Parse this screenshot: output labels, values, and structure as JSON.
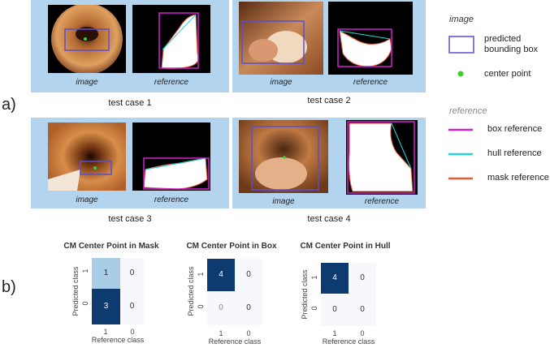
{
  "figure": {
    "part_a_label": "a)",
    "part_b_label": "b)",
    "image_caption": "image",
    "reference_caption": "reference",
    "test_cases": [
      "test case 1",
      "test case 2",
      "test case 3",
      "test case 4"
    ]
  },
  "legend": {
    "image_heading": "image",
    "predicted_box": "predicted bounding box",
    "center_point": "center point",
    "reference_heading": "reference",
    "box_reference": "box reference",
    "hull_reference": "hull reference",
    "mask_reference": "mask reference",
    "colors": {
      "predicted_box": "#5a4fcf",
      "center_point": "#3ecf2f",
      "box_reference": "#d21fd2",
      "hull_reference": "#23d6d6",
      "mask_reference": "#ee5a3c"
    }
  },
  "chart_data": [
    {
      "type": "heatmap",
      "title": "CM Center Point in Mask",
      "xlabel": "Reference class",
      "ylabel": "Predicted class",
      "x_ticks": [
        "1",
        "0"
      ],
      "y_ticks": [
        "1",
        "0"
      ],
      "values": [
        [
          "1",
          "0"
        ],
        [
          "3",
          "0"
        ]
      ]
    },
    {
      "type": "heatmap",
      "title": "CM Center Point in Box",
      "xlabel": "Reference class",
      "ylabel": "Predicted class",
      "x_ticks": [
        "1",
        "0"
      ],
      "y_ticks": [
        "1",
        "0"
      ],
      "values": [
        [
          "4",
          "0"
        ],
        [
          "0",
          "0"
        ]
      ]
    },
    {
      "type": "heatmap",
      "title": "CM Center Point in Hull",
      "xlabel": "Reference class",
      "ylabel": "Predicted class",
      "x_ticks": [
        "1",
        "0"
      ],
      "y_ticks": [
        "1",
        "0"
      ],
      "values": [
        [
          "4",
          "0"
        ],
        [
          "0",
          "0"
        ]
      ]
    }
  ]
}
